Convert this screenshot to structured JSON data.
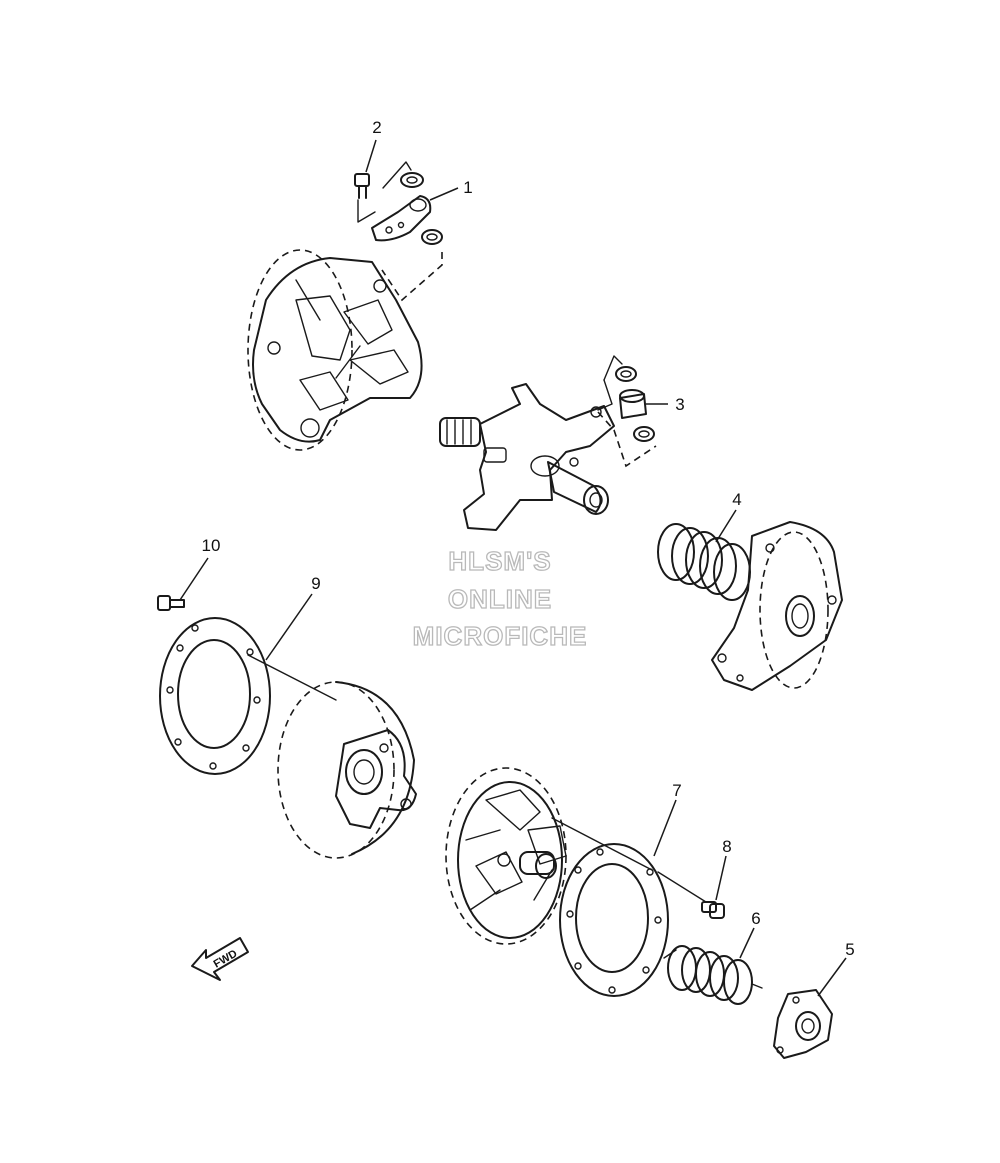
{
  "callouts": [
    {
      "id": "c1",
      "label": "1"
    },
    {
      "id": "c2",
      "label": "2"
    },
    {
      "id": "c3",
      "label": "3"
    },
    {
      "id": "c4",
      "label": "4"
    },
    {
      "id": "c5",
      "label": "5"
    },
    {
      "id": "c6",
      "label": "6"
    },
    {
      "id": "c7",
      "label": "7"
    },
    {
      "id": "c8",
      "label": "8"
    },
    {
      "id": "c9",
      "label": "9"
    },
    {
      "id": "c10",
      "label": "10"
    }
  ],
  "watermark": {
    "line1": "HLSM'S",
    "line2": "ONLINE",
    "line3": "MICROFICHE"
  },
  "direction_arrow": {
    "label": "FWD"
  },
  "colors": {
    "ink": "#1a1a1a",
    "background": "#ffffff",
    "watermark_outline": "#b9b9b9"
  }
}
